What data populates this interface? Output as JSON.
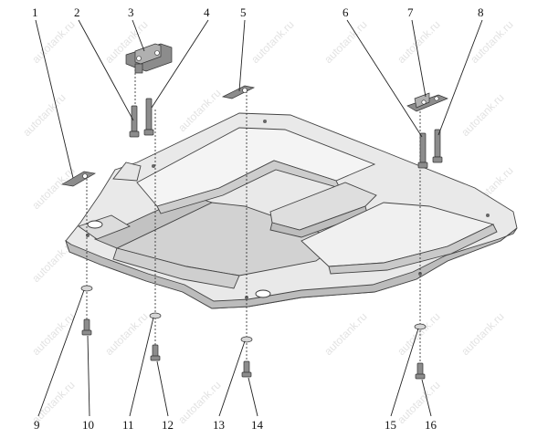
{
  "diagram": {
    "watermark_text": "autotank.ru",
    "callouts": [
      {
        "id": 1,
        "label": "1"
      },
      {
        "id": 2,
        "label": "2"
      },
      {
        "id": 3,
        "label": "3"
      },
      {
        "id": 4,
        "label": "4"
      },
      {
        "id": 5,
        "label": "5"
      },
      {
        "id": 6,
        "label": "6"
      },
      {
        "id": 7,
        "label": "7"
      },
      {
        "id": 8,
        "label": "8"
      },
      {
        "id": 9,
        "label": "9"
      },
      {
        "id": 10,
        "label": "10"
      },
      {
        "id": 11,
        "label": "11"
      },
      {
        "id": 12,
        "label": "12"
      },
      {
        "id": 13,
        "label": "13"
      },
      {
        "id": 14,
        "label": "14"
      },
      {
        "id": 15,
        "label": "15"
      },
      {
        "id": 16,
        "label": "16"
      }
    ],
    "colors": {
      "plate_light": "#eeeeee",
      "plate_mid": "#d9d9d9",
      "plate_dark": "#bdbdbd",
      "hardware": "#8c8c8c",
      "lines": "#222222"
    }
  }
}
